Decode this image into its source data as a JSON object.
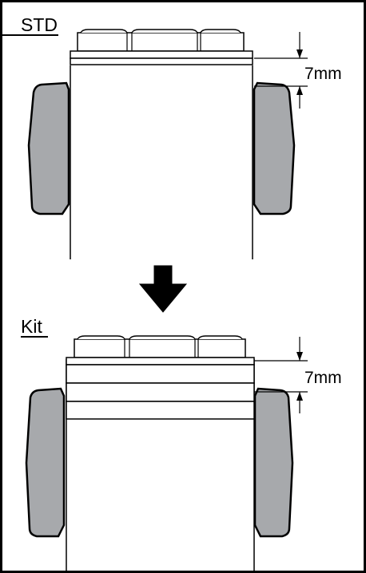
{
  "sections": {
    "std": {
      "label": "STD",
      "dimension": "7mm"
    },
    "kit": {
      "label": "Kit",
      "dimension": "7mm"
    }
  },
  "colors": {
    "background": "#ffffff",
    "stroke": "#000000",
    "tire_fill": "#a7a9ac"
  },
  "icons": {
    "transition": "down-arrow-icon"
  }
}
